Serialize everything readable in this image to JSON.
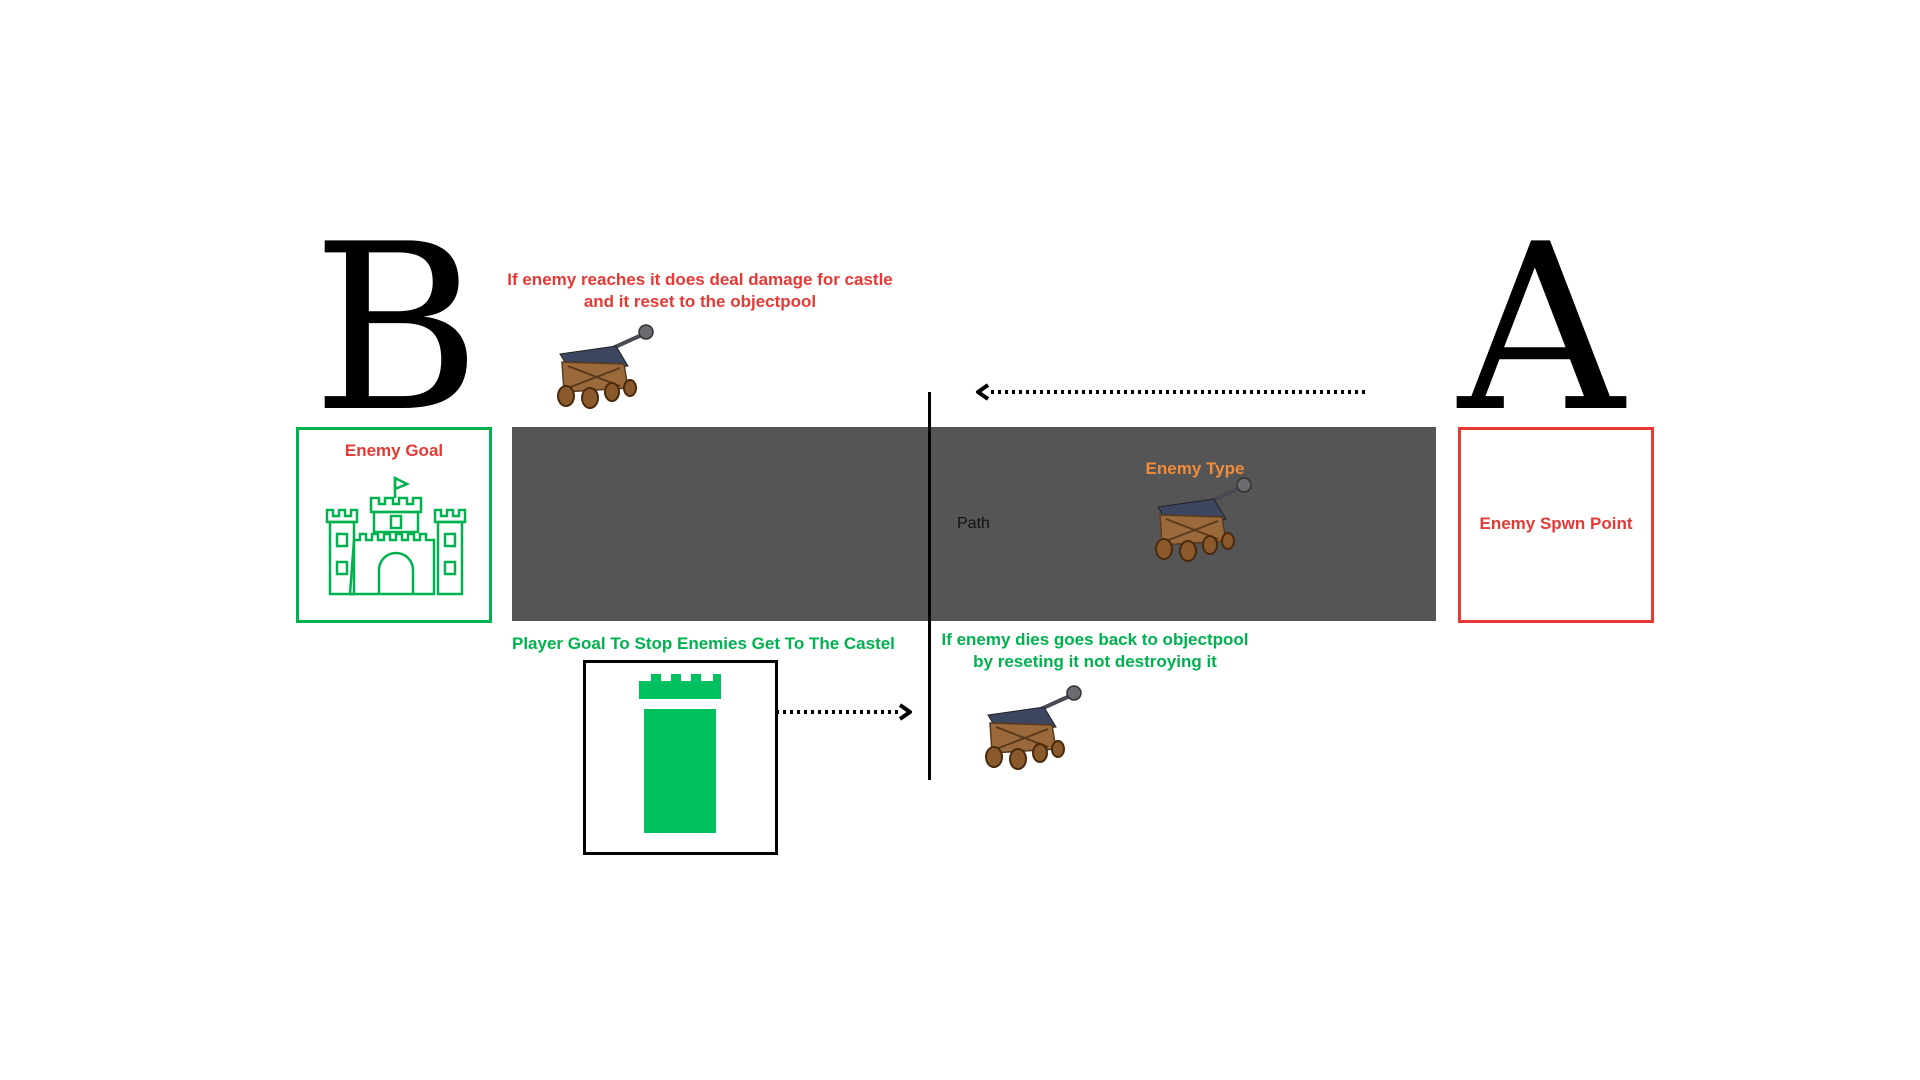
{
  "labels": {
    "point_b": "B",
    "point_a": "A",
    "enemy_goal": "Enemy Goal",
    "enemy_spawn": "Enemy Spwn Point",
    "path": "Path",
    "enemy_type": "Enemy Type",
    "reach_note_line1": "If enemy reaches it does deal damage for castle",
    "reach_note_line2": "and it reset to the objectpool",
    "player_goal": "Player Goal To Stop Enemies Get To The Castel",
    "dies_note_line1": "If enemy dies goes back to objectpool",
    "dies_note_line2": "by reseting it not destroying it"
  },
  "colors": {
    "red": "#e53935",
    "green": "#00b14f",
    "orange": "#f28c3a",
    "path": "#555555",
    "black": "#000000"
  },
  "icons": [
    "castle-icon",
    "tower-icon",
    "catapult-icon"
  ]
}
